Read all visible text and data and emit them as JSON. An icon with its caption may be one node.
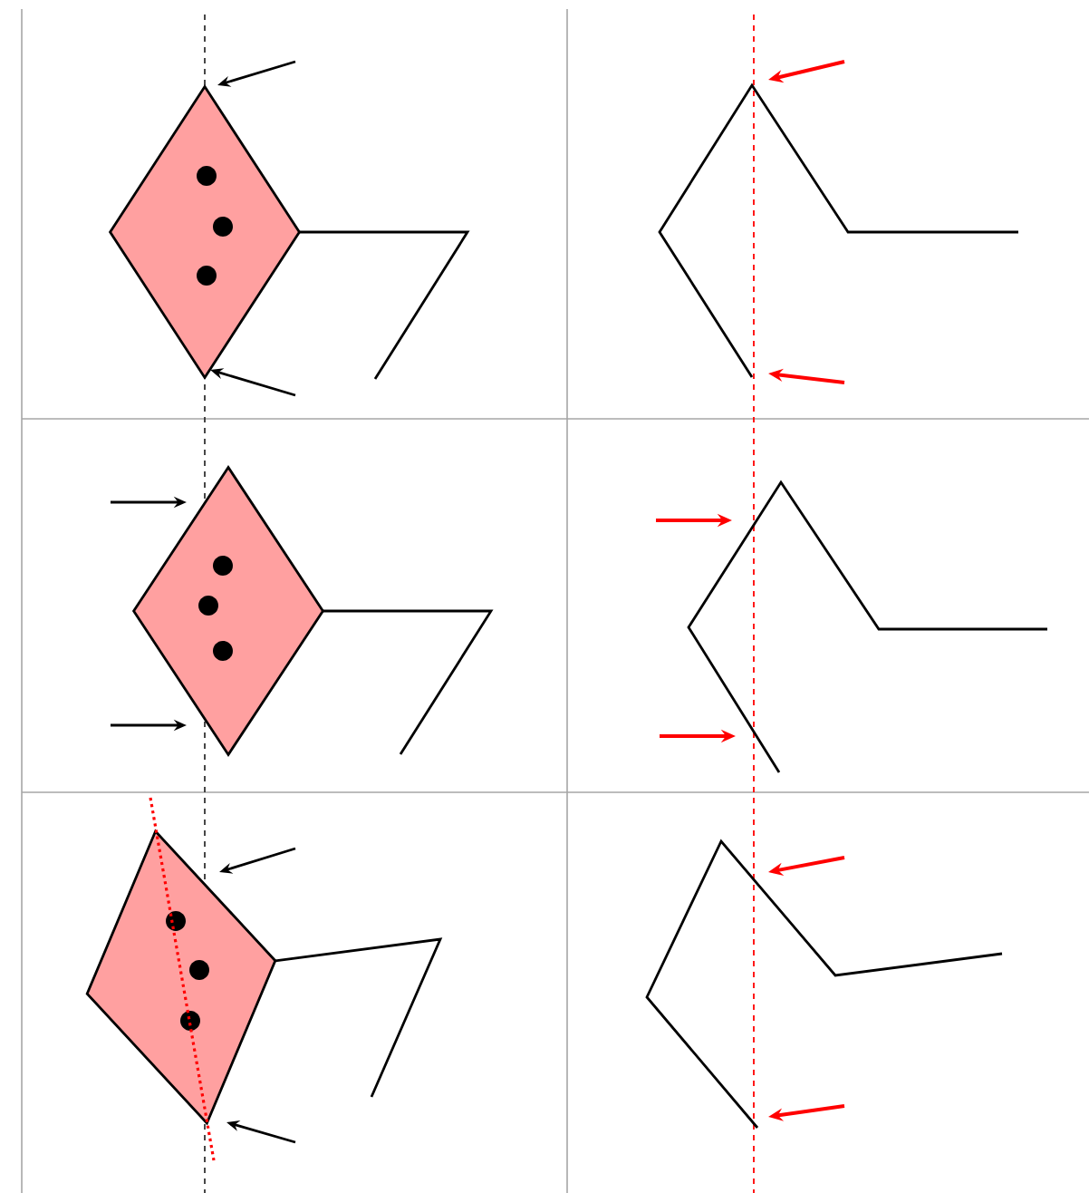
{
  "diagram": {
    "nodes": [
      {
        "text": [],
        "shape": "diamond"
      },
      {
        "text": [],
        "shape": "diamond"
      },
      {
        "text": [],
        "shape": "diamond"
      }
    ],
    "edges": [
      {
        "from": null,
        "to": 0,
        "arrow": "to"
      },
      {
        "from": null,
        "to": 0,
        "arrow": "to"
      },
      {
        "from": null,
        "to": 1,
        "arrow": "to"
      },
      {
        "from": null,
        "to": 1,
        "arrow": "to"
      },
      {
        "from": null,
        "to": 2,
        "arrow": "to"
      },
      {
        "from": null,
        "to": 2,
        "arrow": "to"
      }
    ]
  }
}
